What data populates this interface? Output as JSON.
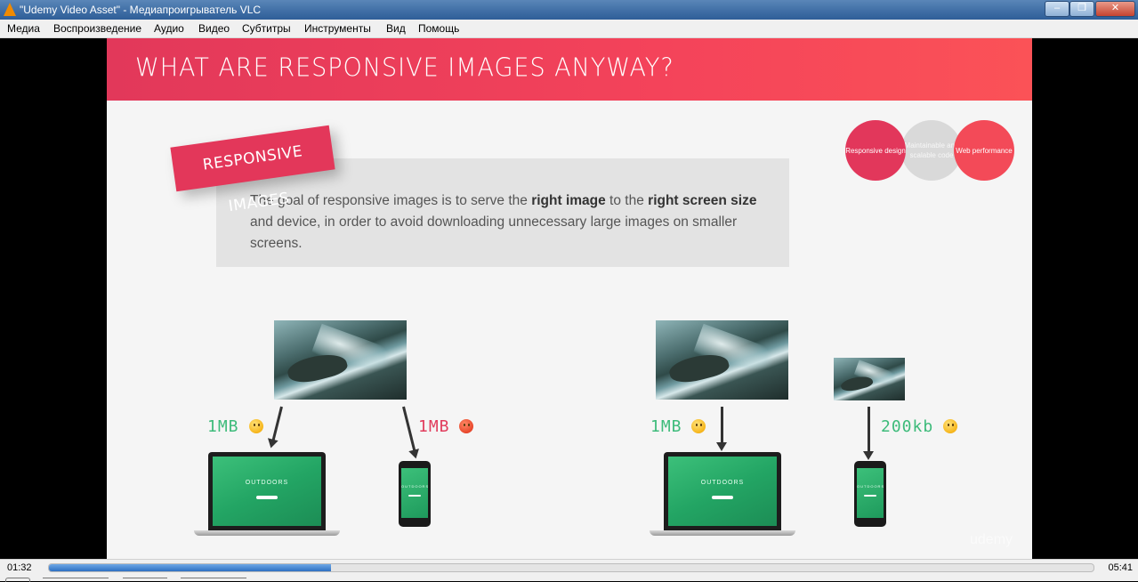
{
  "window": {
    "title": "\"Udemy Video Asset\" - Медиапроигрыватель VLC",
    "buttons": [
      "–",
      "❐",
      "✕"
    ]
  },
  "menu": [
    "Медиа",
    "Воспроизведение",
    "Аудио",
    "Видео",
    "Субтитры",
    "Инструменты",
    "Вид",
    "Помощь"
  ],
  "slide": {
    "title": "WHAT ARE RESPONSIVE IMAGES ANYWAY?",
    "tag": "RESPONSIVE IMAGES",
    "quote_parts": [
      "The goal of responsive images is to serve the ",
      "right image",
      " to the ",
      "right screen size",
      " and device, in order to avoid downloading unnecessary large images on smaller screens."
    ],
    "circles": [
      "Responsive design",
      "Maintainable and scalable code",
      "Web performance"
    ],
    "sizes": {
      "left_laptop": "1MB",
      "left_phone": "1MB",
      "right_laptop": "1MB",
      "right_phone": "200kb"
    },
    "device_screen_text": "OUTDOORS",
    "watermark": "udemy",
    "colors": {
      "accent": "#e2385a",
      "green": "#3dbb7a",
      "red": "#e13c5c"
    }
  },
  "player": {
    "current_time": "01:32",
    "total_time": "05:41",
    "progress": 0.27
  }
}
